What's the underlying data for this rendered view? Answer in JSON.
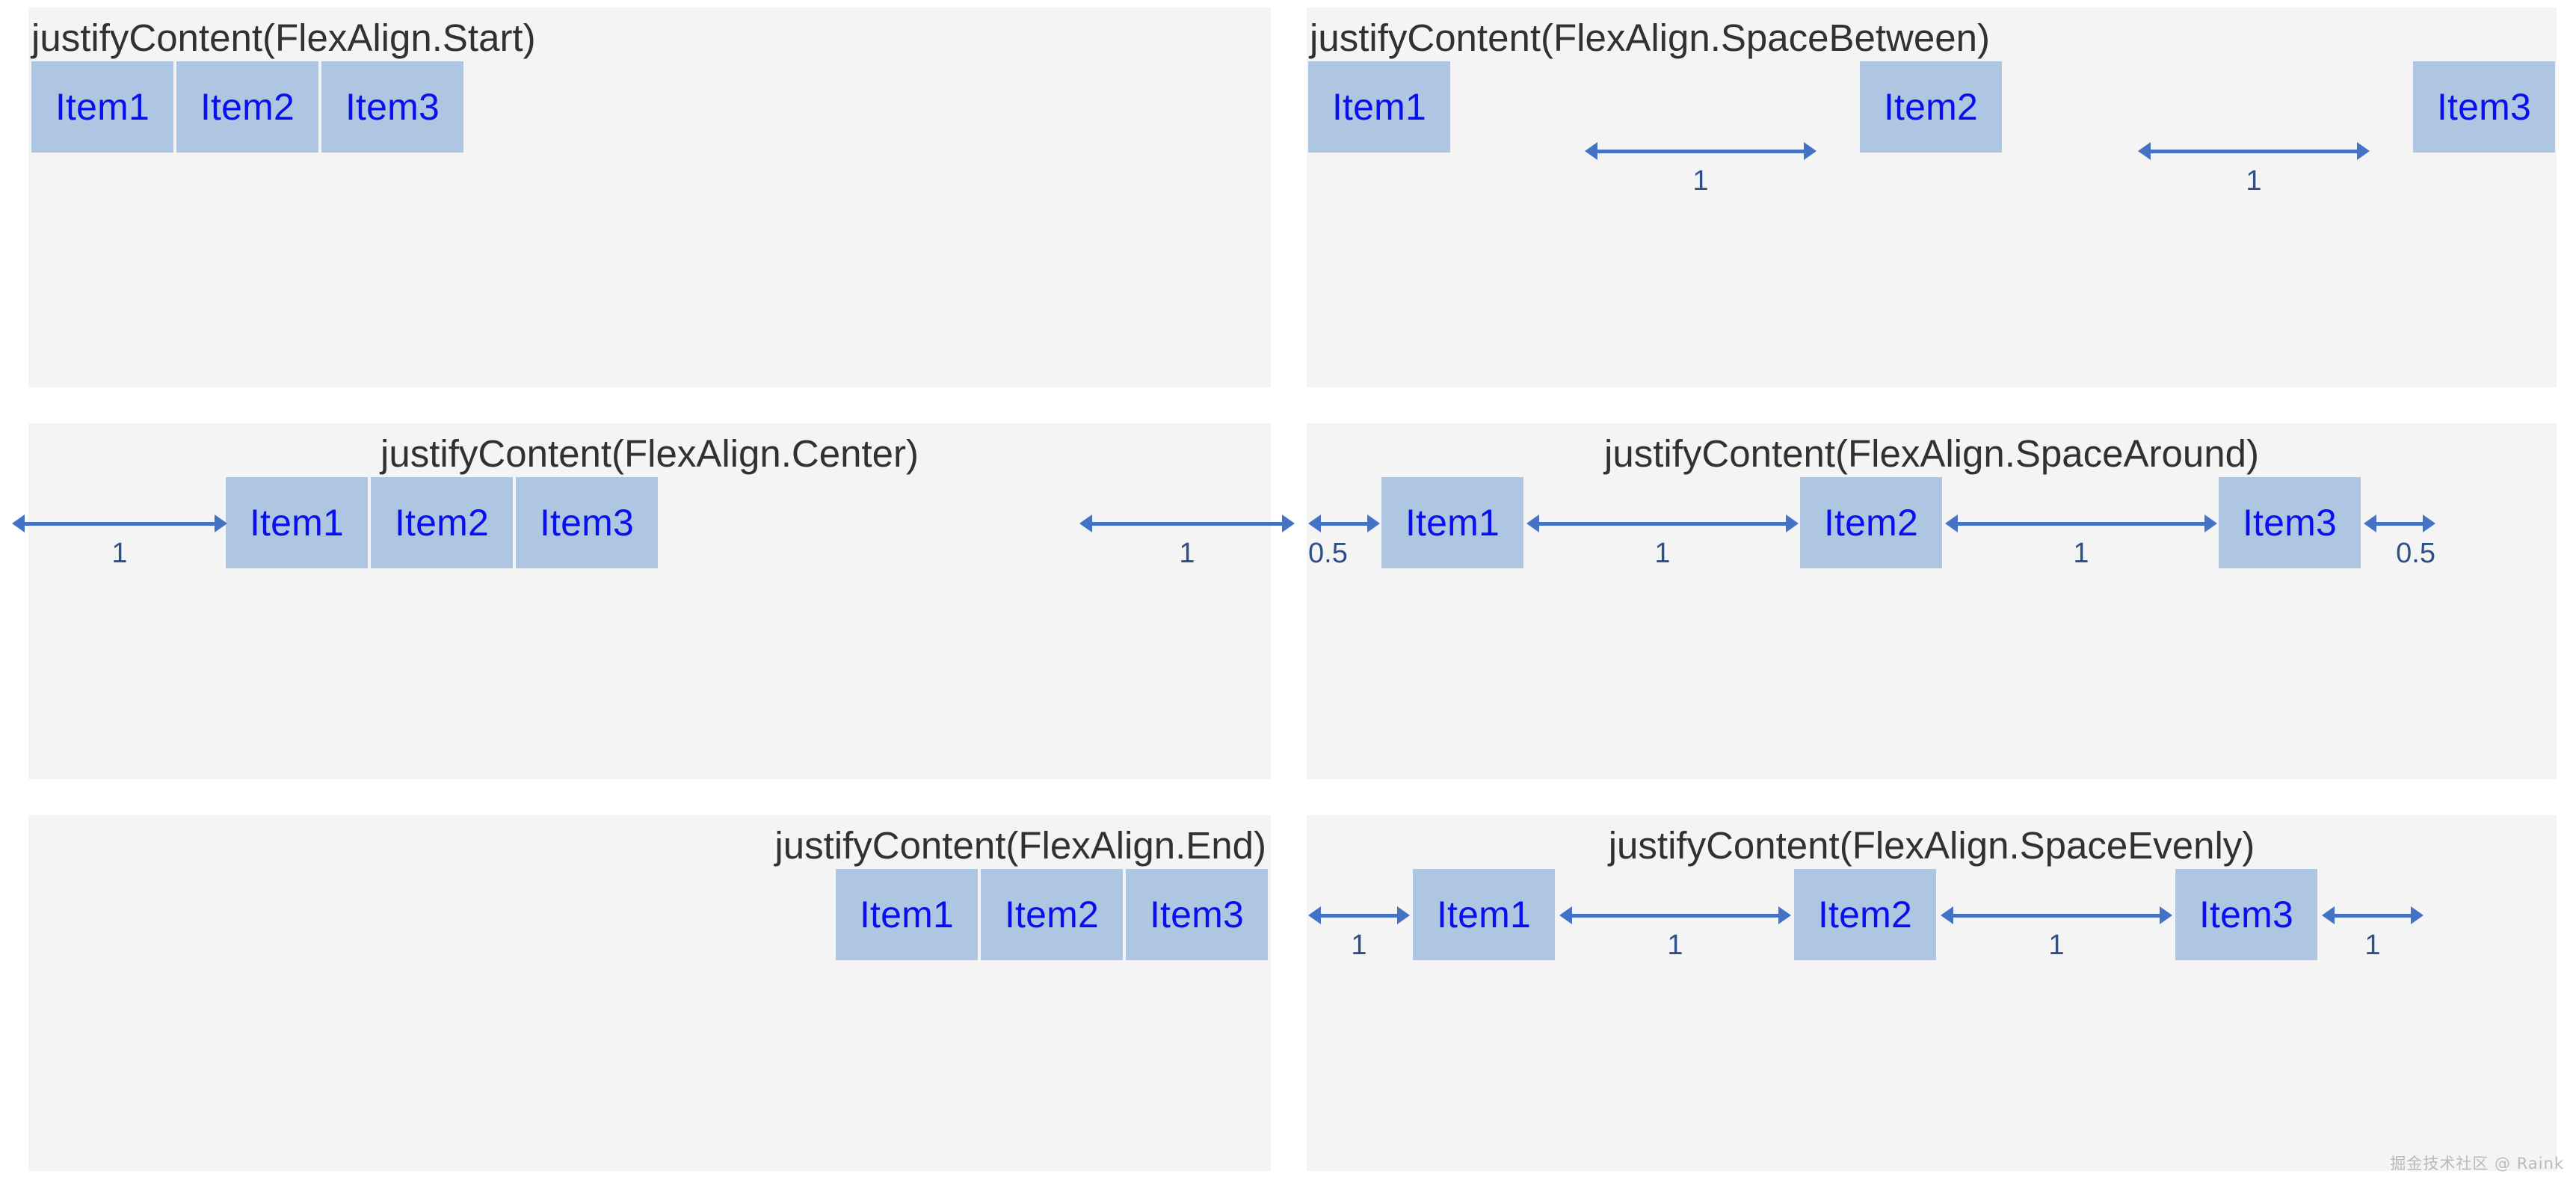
{
  "colors": {
    "page_background": "#ffffff",
    "panel_background": "#f4f4f5",
    "item_fill": "#aec6e2",
    "item_text": "#0910ee",
    "title_text": "#2f3132",
    "arrow": "#4472c4",
    "arrow_label": "#2f4f86",
    "watermark": "#b9b9bd"
  },
  "watermark": {
    "text": "掘金技术社区 @ Raink"
  },
  "panels": [
    {
      "id": "flex-align-start",
      "title": "justifyContent(FlexAlign.Start)",
      "title_align": "left",
      "items": [
        {
          "label": "Item1"
        },
        {
          "label": "Item2"
        },
        {
          "label": "Item3"
        }
      ],
      "gaps": []
    },
    {
      "id": "flex-align-space-between",
      "title": "justifyContent(FlexAlign.SpaceBetween)",
      "title_align": "left",
      "items": [
        {
          "label": "Item1"
        },
        {
          "label": "Item2"
        },
        {
          "label": "Item3"
        }
      ],
      "gaps": [
        {
          "position": "between-1-2",
          "value": "1"
        },
        {
          "position": "between-2-3",
          "value": "1"
        }
      ]
    },
    {
      "id": "flex-align-center",
      "title": "justifyContent(FlexAlign.Center)",
      "title_align": "center",
      "items": [
        {
          "label": "Item1"
        },
        {
          "label": "Item2"
        },
        {
          "label": "Item3"
        }
      ],
      "gaps": [
        {
          "position": "leading",
          "value": "1"
        },
        {
          "position": "trailing",
          "value": "1"
        }
      ]
    },
    {
      "id": "flex-align-space-around",
      "title": "justifyContent(FlexAlign.SpaceAround)",
      "title_align": "center",
      "items": [
        {
          "label": "Item1"
        },
        {
          "label": "Item2"
        },
        {
          "label": "Item3"
        }
      ],
      "gaps": [
        {
          "position": "leading",
          "value": "0.5"
        },
        {
          "position": "between-1-2",
          "value": "1"
        },
        {
          "position": "between-2-3",
          "value": "1"
        },
        {
          "position": "trailing",
          "value": "0.5"
        }
      ]
    },
    {
      "id": "flex-align-end",
      "title": "justifyContent(FlexAlign.End)",
      "title_align": "right",
      "items": [
        {
          "label": "Item1"
        },
        {
          "label": "Item2"
        },
        {
          "label": "Item3"
        }
      ],
      "gaps": []
    },
    {
      "id": "flex-align-space-evenly",
      "title": "justifyContent(FlexAlign.SpaceEvenly)",
      "title_align": "center",
      "items": [
        {
          "label": "Item1"
        },
        {
          "label": "Item2"
        },
        {
          "label": "Item3"
        }
      ],
      "gaps": [
        {
          "position": "leading",
          "value": "1"
        },
        {
          "position": "between-1-2",
          "value": "1"
        },
        {
          "position": "between-2-3",
          "value": "1"
        },
        {
          "position": "trailing",
          "value": "1"
        }
      ]
    }
  ]
}
